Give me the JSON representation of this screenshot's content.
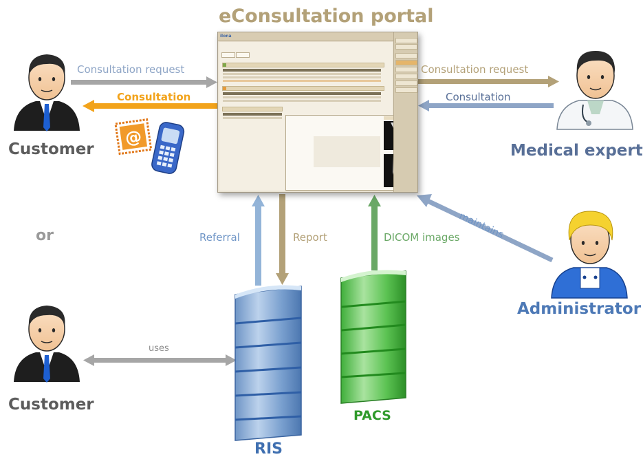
{
  "title": "eConsultation portal",
  "actors": {
    "customer_top": "Customer",
    "medical_expert": "Medical expert",
    "administrator": "Administrator",
    "customer_bottom": "Customer",
    "or_label": "or"
  },
  "flows": {
    "consultation_request_left": "Consultation request",
    "consultation_left": "Consultation",
    "consultation_request_right": "Consultation request",
    "consultation_right": "Consultation",
    "referral": "Referral",
    "report": "Report",
    "dicom_images": "DICOM images",
    "maintains": "maintains",
    "uses": "uses"
  },
  "systems": {
    "ris": "RIS",
    "pacs": "PACS"
  },
  "colors": {
    "title": "#b3a178",
    "customer": "#5c5c5c",
    "expert": "#586f97",
    "administrator": "#4d79b6",
    "gray_arrow": "#a6a6a6",
    "orange_arrow": "#f2a31b",
    "tan_arrow": "#b3a178",
    "blue_arrow": "#8ea5c6",
    "referral": "#93b4d8",
    "dicom": "#6aa866",
    "ris": "#3f6fb0",
    "pacs": "#2f9a2b"
  },
  "icons": [
    "email-stamp-icon",
    "mobile-phone-icon",
    "customer-avatar-icon",
    "doctor-avatar-icon",
    "administrator-avatar-icon",
    "server-tower-icon",
    "xray-image-icon"
  ]
}
